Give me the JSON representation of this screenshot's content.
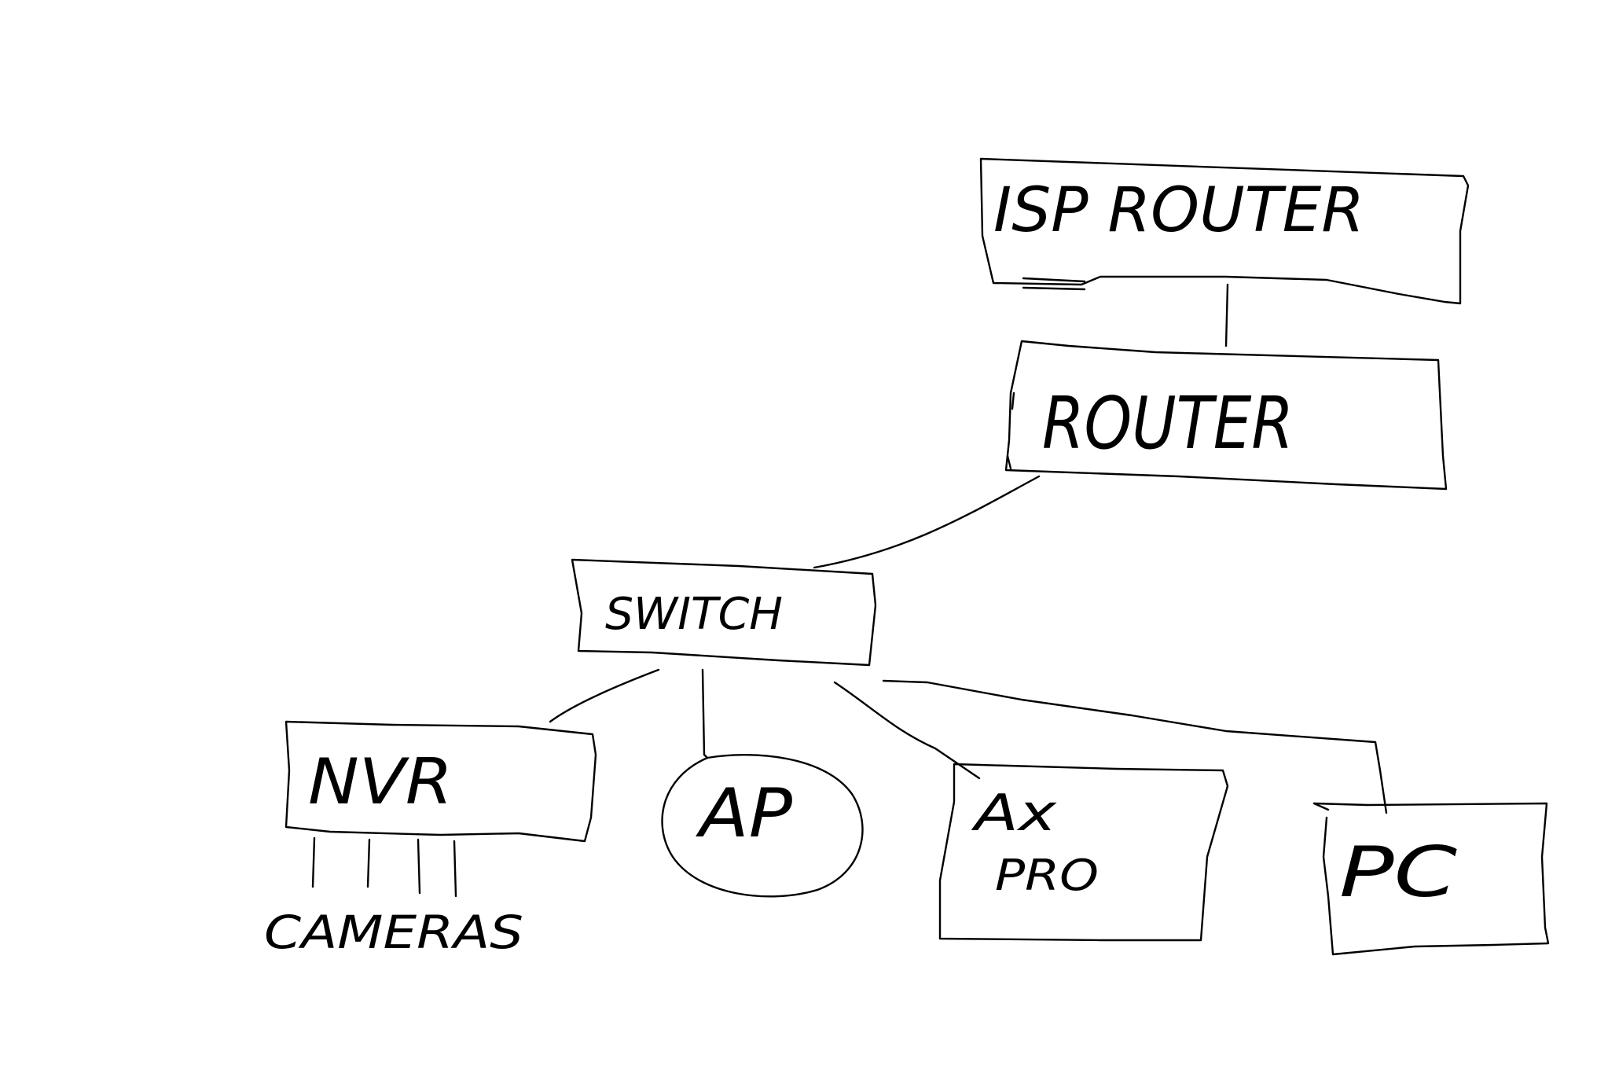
{
  "nodes": {
    "isp_router": "ISP ROUTER",
    "router": "ROUTER",
    "switch": "SWITCH",
    "nvr": "NVR",
    "ap": "AP",
    "ax_pro": [
      "Ax",
      "PRO"
    ],
    "pc": "PC",
    "cameras": "CAMERAS"
  }
}
